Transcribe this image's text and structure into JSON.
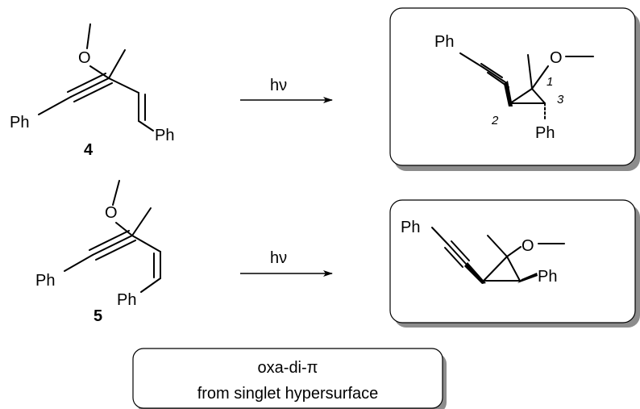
{
  "labels": {
    "ph": "Ph",
    "o": "O",
    "hv": "hν",
    "compound_4": "4",
    "compound_5": "5",
    "locant_1": "1",
    "locant_2": "2",
    "locant_3": "3"
  },
  "note": {
    "line1": "oxa-di-π",
    "line2": "from singlet hypersurface"
  },
  "colors": {
    "ink": "#000000",
    "box_shadow": "#8c8c8c",
    "background": "#ffffff"
  }
}
